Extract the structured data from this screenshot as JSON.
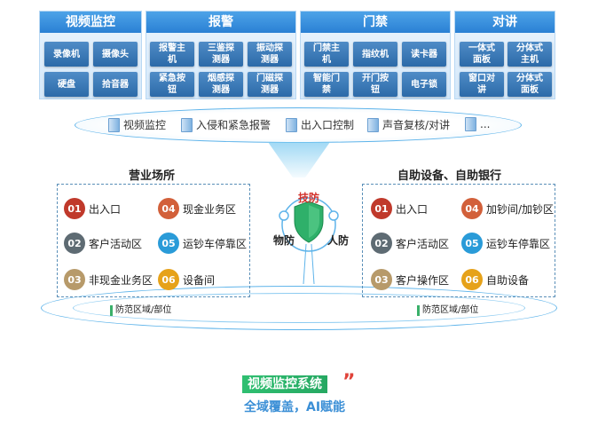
{
  "categories": [
    {
      "title": "视频监控",
      "devices": [
        "录像机",
        "摄像头",
        "硬盘",
        "拾音器"
      ]
    },
    {
      "title": "报警",
      "devices": [
        "报警主\n机",
        "三鉴探\n测器",
        "振动探\n测器",
        "紧急按\n钮",
        "烟感探\n测器",
        "门磁探\n测器"
      ]
    },
    {
      "title": "门禁",
      "devices": [
        "门禁主\n机",
        "指纹机",
        "读卡器",
        "智能门\n禁",
        "开门按\n钮",
        "电子锁"
      ]
    },
    {
      "title": "对讲",
      "devices": [
        "一体式\n面板",
        "分体式\n主机",
        "窗口对\n讲",
        "分体式\n面板"
      ]
    }
  ],
  "capabilities": [
    "视频监控",
    "入侵和紧急报警",
    "出入口控制",
    "声音复核/对讲",
    "..."
  ],
  "shield": {
    "top": "技防",
    "left": "物防",
    "right": "人防"
  },
  "zones": [
    {
      "title": "营业场所",
      "tag": "防范区域/部位",
      "items": [
        {
          "num": "01",
          "label": "出入口"
        },
        {
          "num": "02",
          "label": "客户活动区"
        },
        {
          "num": "03",
          "label": "非现金业务区"
        },
        {
          "num": "04",
          "label": "现金业务区"
        },
        {
          "num": "05",
          "label": "运钞车停靠区"
        },
        {
          "num": "06",
          "label": "设备间"
        }
      ]
    },
    {
      "title": "自助设备、自助银行",
      "tag": "防范区域/部位",
      "items": [
        {
          "num": "01",
          "label": "出入口"
        },
        {
          "num": "02",
          "label": "客户活动区"
        },
        {
          "num": "03",
          "label": "客户操作区"
        },
        {
          "num": "04",
          "label": "加钞间/加钞区"
        },
        {
          "num": "05",
          "label": "运钞车停靠区"
        },
        {
          "num": "06",
          "label": "自助设备"
        }
      ]
    }
  ],
  "footer": {
    "title": "视频监控系统",
    "subtitle": "全域覆盖，AI赋能"
  },
  "colors": {
    "accent": "#2a80d4",
    "green": "#2fbf71",
    "red": "#c0392b"
  }
}
